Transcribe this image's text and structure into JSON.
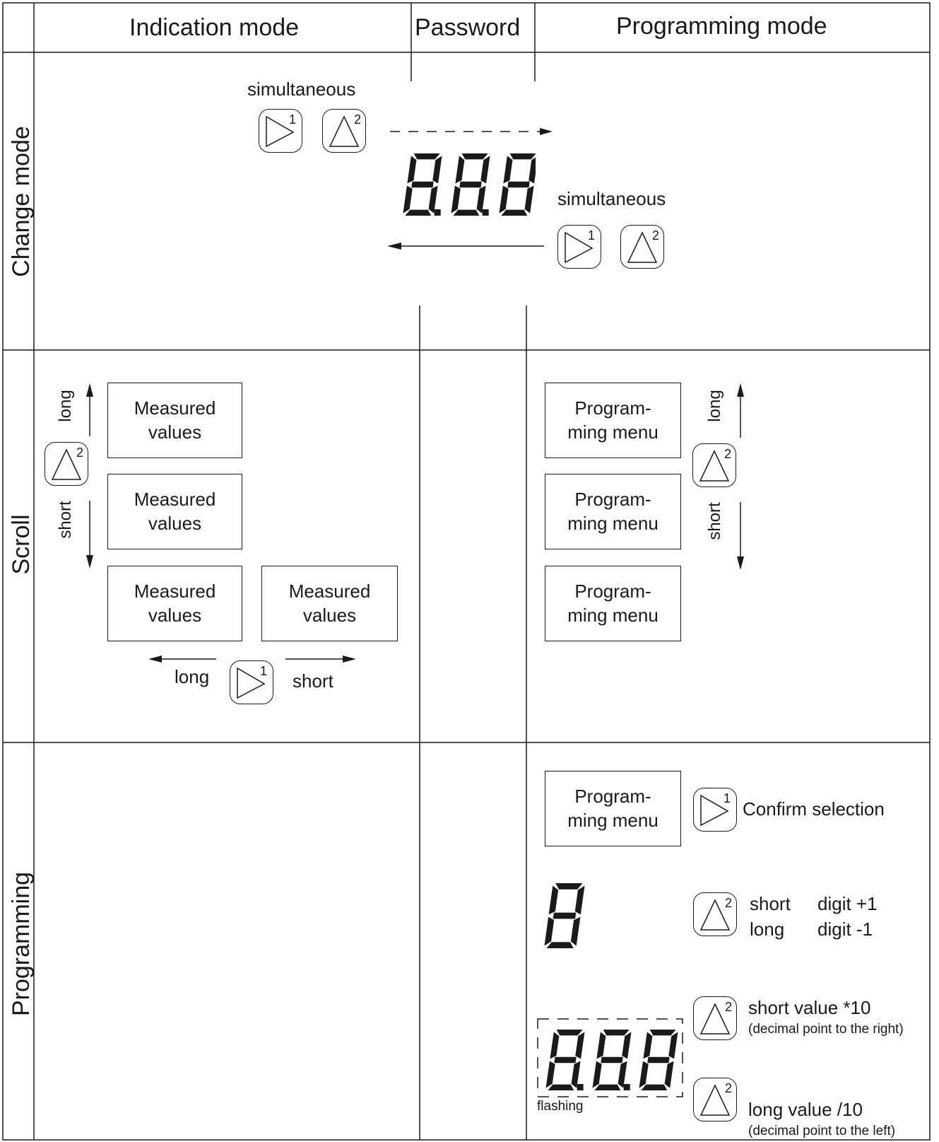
{
  "headers": {
    "indication_mode": "Indication mode",
    "password": "Password",
    "programming_mode": "Programming mode"
  },
  "rows": {
    "change_mode": "Change mode",
    "scroll": "Scroll",
    "programming": "Programming"
  },
  "change_mode": {
    "simultaneous_top": "simultaneous",
    "simultaneous_bottom": "simultaneous",
    "display_digits": "888"
  },
  "scroll": {
    "measured_values": [
      "Measured values",
      "Measured values",
      "Measured values",
      "Measured values"
    ],
    "programming_menu": [
      "Program-\nming menu",
      "Program-\nming menu",
      "Program-\nming menu"
    ],
    "long_left": "long",
    "short_left": "short",
    "long_right": "long",
    "short_right": "short",
    "long_bottom": "long",
    "short_bottom": "short"
  },
  "programming": {
    "menu_box": "Program-\nming menu",
    "confirm_selection": "Confirm selection",
    "single_digit": "8",
    "short_label": "short",
    "digit_plus": "digit +1",
    "long_label": "long",
    "digit_minus": "digit -1",
    "short_value": "short value *10",
    "short_value_note": "(decimal point to the right)",
    "long_value": "long value /10",
    "long_value_note": "(decimal point to the left)",
    "flashing": "flashing",
    "flash_digits": "888"
  },
  "keys": {
    "key1_number": "1",
    "key2_number": "2",
    "key1_icon": "right-triangle-icon",
    "key2_icon": "up-triangle-icon"
  }
}
